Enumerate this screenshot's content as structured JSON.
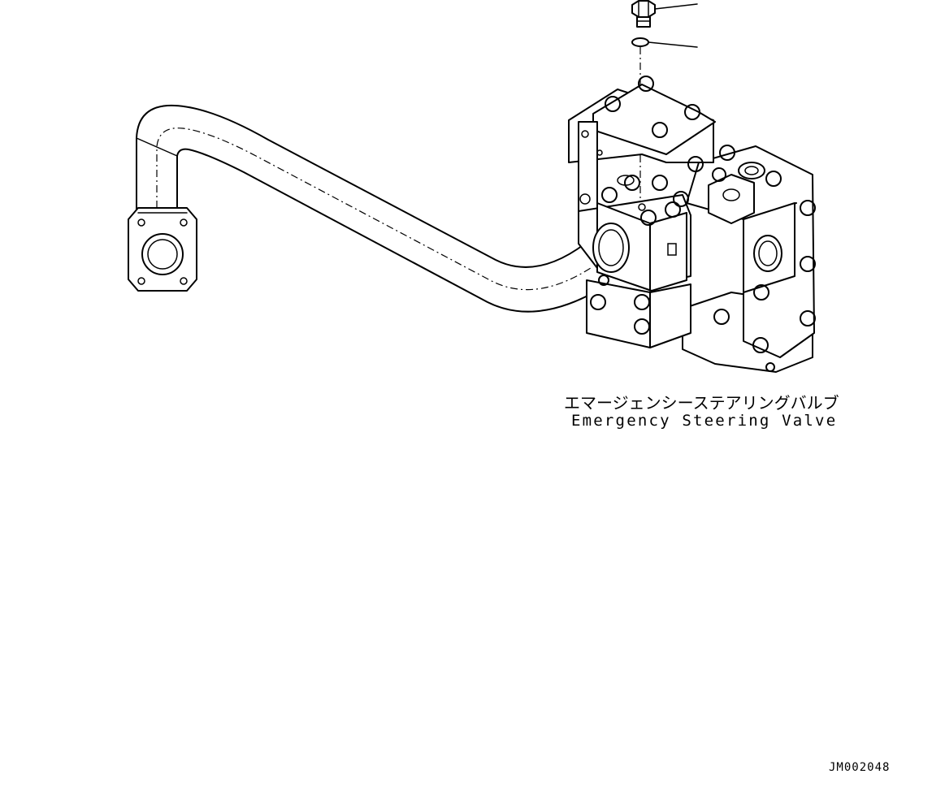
{
  "labels": {
    "component_jp": "エマージェンシーステアリングバルブ",
    "component_en": "Emergency Steering Valve",
    "figure_code": "JM002048"
  },
  "colors": {
    "line": "#000000",
    "background": "#ffffff"
  }
}
